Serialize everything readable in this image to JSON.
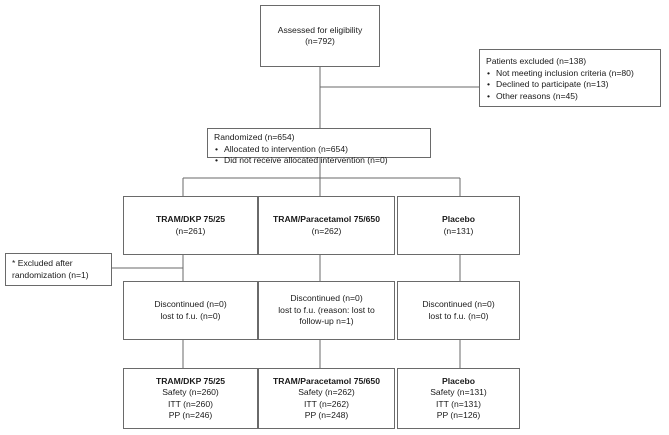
{
  "assessed": {
    "title": "Assessed for eligibility",
    "count": "(n=792)"
  },
  "excluded": {
    "title": "Patients excluded (n=138)",
    "items": [
      "Not meeting inclusion criteria (n=80)",
      "Declined to participate (n=13)",
      "Other reasons (n=45)"
    ]
  },
  "randomized": {
    "title": "Randomized (n=654)",
    "items": [
      "Allocated to intervention (n=654)",
      "Did not receive allocated intervention (n=0)"
    ]
  },
  "excluded_after": {
    "line1": "* Excluded after",
    "line2": "randomization (n=1)"
  },
  "arms": [
    {
      "name": "TRAM/DKP 75/25",
      "count": "(n=261)",
      "disc": [
        "Discontinued (n=0)",
        "lost to f.u. (n=0)"
      ],
      "final": [
        "TRAM/DKP 75/25",
        "Safety (n=260)",
        "ITT (n=260)",
        "PP (n=246)"
      ]
    },
    {
      "name": "TRAM/Paracetamol 75/650",
      "count": "(n=262)",
      "disc": [
        "Discontinued (n=0)",
        "lost to f.u. (reason: lost to",
        "follow-up n=1)"
      ],
      "final": [
        "TRAM/Paracetamol 75/650",
        "Safety (n=262)",
        "ITT (n=262)",
        "PP (n=248)"
      ]
    },
    {
      "name": "Placebo",
      "count": "(n=131)",
      "disc": [
        "Discontinued (n=0)",
        "lost to f.u. (n=0)"
      ],
      "final": [
        "Placebo",
        "Safety (n=131)",
        "ITT (n=131)",
        "PP (n=126)"
      ]
    }
  ]
}
